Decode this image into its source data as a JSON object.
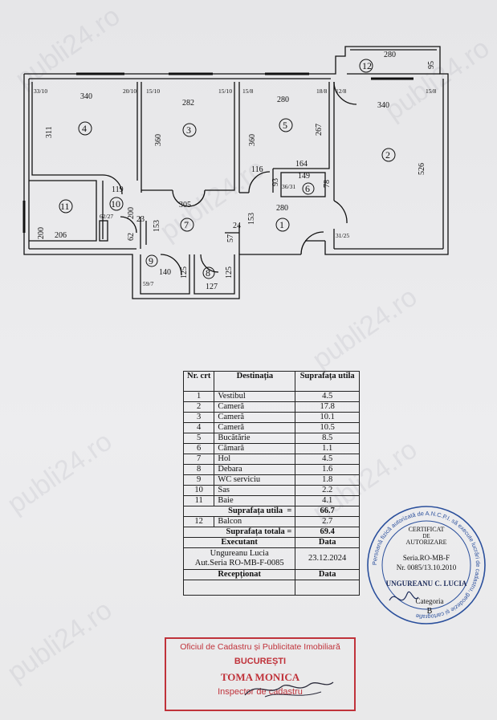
{
  "watermark": "publi24.ro",
  "plan": {
    "dims": {
      "r12_w": "280",
      "r12_h": "95",
      "r4_w": "340",
      "r4_h": "311",
      "r3_w": "282",
      "r3_h": "360",
      "r5_w": "280",
      "r5_h": "267",
      "r5_h2": "360",
      "r2_w": "340",
      "r2_h": "526",
      "r6_w": "164",
      "r6_a": "149",
      "r6_b": "93",
      "r6_c": "78",
      "hall_116": "116",
      "hall_119": "119",
      "hall_305": "305",
      "hall_280": "280",
      "r11_w": "206",
      "r11_h": "200",
      "r10_h": "200",
      "r10_23": "23",
      "r10_62": "62",
      "r7_153": "153",
      "r1_153": "153",
      "r7_57": "57",
      "r1_24": "24",
      "r9_w": "140",
      "r9_h": "125",
      "r8_w": "127",
      "r8_h": "125"
    },
    "small": {
      "s33_10": "33/10",
      "s20_10": "20/10",
      "s15_10a": "15/10",
      "s15_10b": "15/10",
      "s15_8a": "15/8",
      "s18_8": "18/8",
      "s12_8": "12/8",
      "s15_8b": "15/8",
      "s36_31": "36/31",
      "s62_27": "62/27",
      "s59_7": "59/7",
      "s31_25": "31/25"
    },
    "rooms": [
      "1",
      "2",
      "3",
      "4",
      "5",
      "6",
      "7",
      "8",
      "9",
      "10",
      "11",
      "12"
    ]
  },
  "table": {
    "h_nr": "Nr. crt",
    "h_dest": "Destinația",
    "h_supr": "Suprafața utila",
    "rows": [
      {
        "nr": "1",
        "dest": "Vestibul",
        "supr": "4.5"
      },
      {
        "nr": "2",
        "dest": "Cameră",
        "supr": "17.8"
      },
      {
        "nr": "3",
        "dest": "Cameră",
        "supr": "10.1"
      },
      {
        "nr": "4",
        "dest": "Cameră",
        "supr": "10.5"
      },
      {
        "nr": "5",
        "dest": "Bucătărie",
        "supr": "8.5"
      },
      {
        "nr": "6",
        "dest": "Cămară",
        "supr": "1.1"
      },
      {
        "nr": "7",
        "dest": "Hol",
        "supr": "4.5"
      },
      {
        "nr": "8",
        "dest": "Debara",
        "supr": "1.6"
      },
      {
        "nr": "9",
        "dest": "WC serviciu",
        "supr": "1.8"
      },
      {
        "nr": "10",
        "dest": "Sas",
        "supr": "2.2"
      },
      {
        "nr": "11",
        "dest": "Baie",
        "supr": "4.1"
      }
    ],
    "util_label": "Suprafața utila",
    "util_eq": "=",
    "util_val": "66.7",
    "balcon_nr": "12",
    "balcon_dest": "Balcon",
    "balcon_val": "2.7",
    "total_label": "Suprafața totala =",
    "total_val": "69.4",
    "executant": "Executant",
    "data_h": "Data",
    "exec_name": "Ungureanu Lucia",
    "exec_aut": "Aut.Seria RO-MB-F-0085",
    "exec_date": "23.12.2024",
    "receptionat": "Recepționat",
    "data_h2": "Data"
  },
  "stamp_red": {
    "line1": "Oficiul de Cadastru și Publicitate Imobiliară",
    "line2": "BUCUREȘTI",
    "line3": "TOMA MONICA",
    "line4": "Inspector de cadastru"
  },
  "stamp_blue": {
    "ring": "Persoană fizică autorizată de A.N.C.P.I. să execute lucrări de cadastru, geodezie și cartografie",
    "l1": "CERTIFICAT",
    "l2": "DE",
    "l3": "AUTORIZARE",
    "l4": "Seria.RO-MB-F",
    "l5": "Nr. 0085/13.10.2010",
    "l6": "UNGUREANU C. LUCIA",
    "l7": "Categoria",
    "l8": "B"
  },
  "colors": {
    "stamp_red": "#c0323a",
    "stamp_blue": "#2a4f9c",
    "ink": "#111111"
  }
}
